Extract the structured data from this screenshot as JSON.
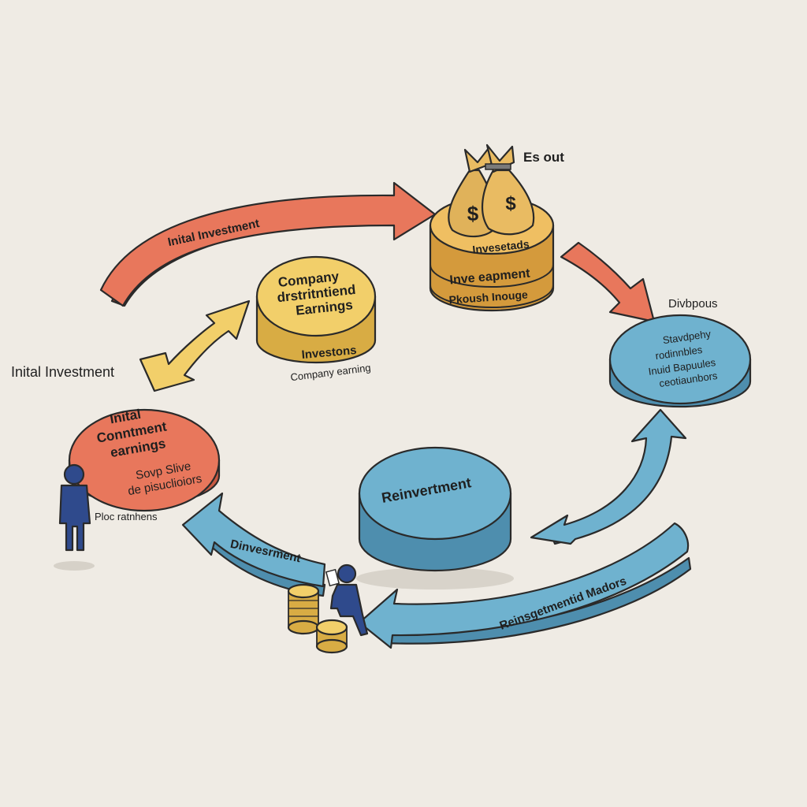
{
  "colors": {
    "background": "#efebe4",
    "red": "#e8775c",
    "red_dark": "#c85a42",
    "yellow": "#f2cf6a",
    "yellow_dark": "#d8ac44",
    "orange": "#efbf62",
    "orange_dark": "#d49a3c",
    "blue": "#6fb2cf",
    "blue_dark": "#4e8eae",
    "person": "#2f4a8c"
  },
  "labels": {
    "top_arrow": "Inital Investment",
    "left_title": "Inital Investment",
    "top_right_tag": "Es out",
    "right_tag": "Divbpous"
  },
  "yellow_disc": {
    "line1": "Company",
    "line2": "drstritntiend",
    "line3": "Earnings",
    "bottom": "Investons",
    "caption": "Company earning"
  },
  "stack": {
    "top": "Invesetads",
    "middle": "Inve eapment",
    "bottom": "Pkoush Inouge"
  },
  "right_disc": {
    "line1": "Stavdpehy",
    "line2": "rodinnbles",
    "line3": "Inuid Bapuules",
    "line4": "ceotiaunbors"
  },
  "red_disc": {
    "line1": "Inital",
    "line2": "Conntment",
    "line3": "earnings",
    "line4": "Sovp Slive",
    "line5": "de pisuclioiors",
    "caption": "Ploc ratnhens"
  },
  "center_disc": {
    "label": "Reinvertment"
  },
  "arrows": {
    "bottom_left": "Dinvesrment",
    "bottom_right": "Reinsgetmentid Madors"
  },
  "icons": {
    "bags": "money-bag-icon",
    "coins": "coin-stack-icon",
    "people": "person-icon"
  }
}
